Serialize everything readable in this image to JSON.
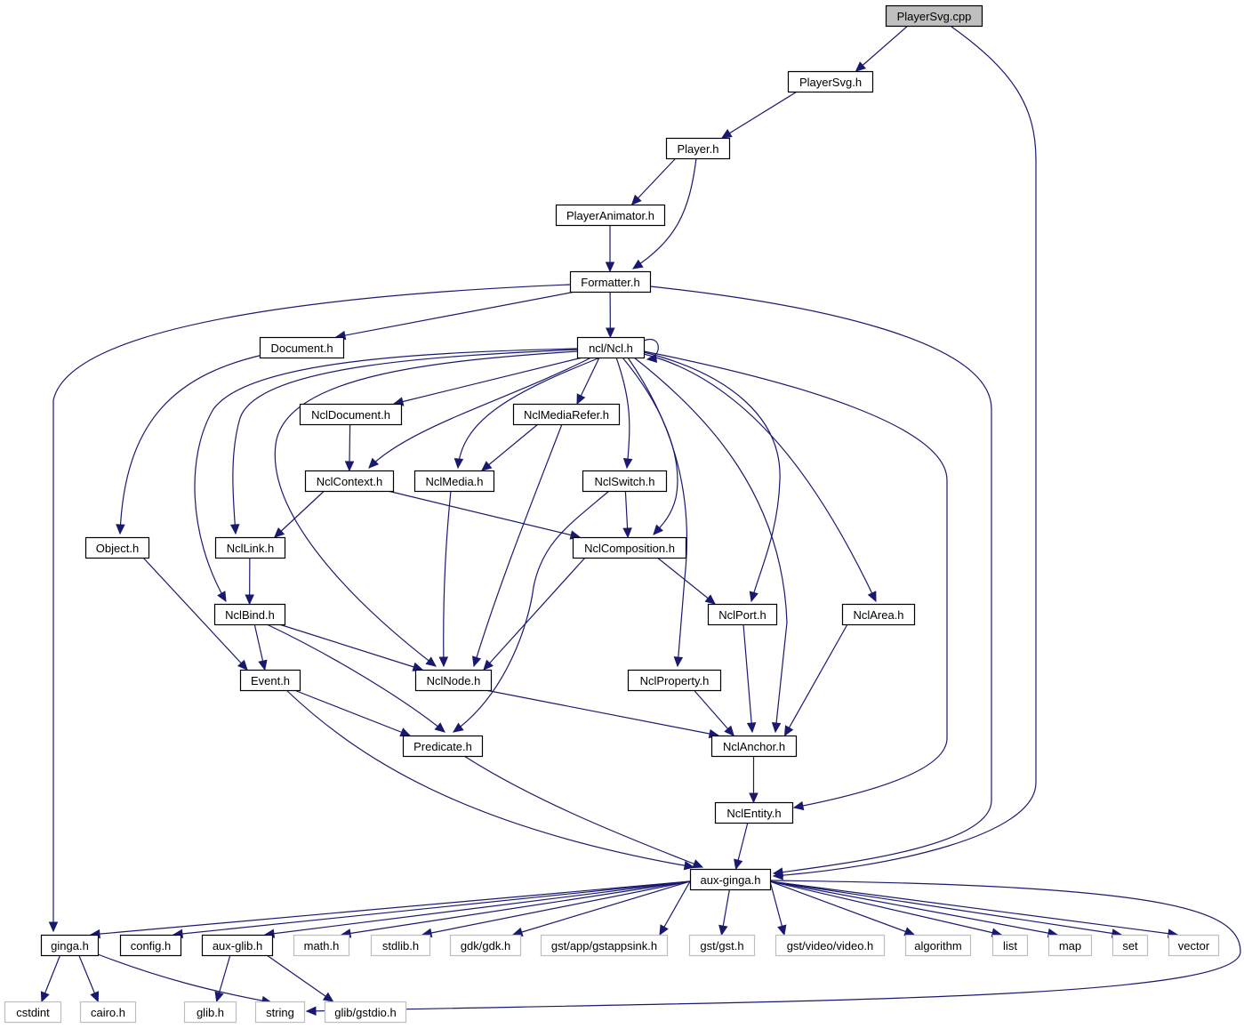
{
  "title": "PlayerSvg.cpp include dependency graph",
  "colors": {
    "edge": "#191970",
    "root_fill": "#bfbfbf",
    "node_border": "#000000",
    "external_border": "#bfbfbf"
  },
  "nodes": [
    {
      "id": "playersvg_cpp",
      "label": "PlayerSvg.cpp",
      "kind": "root"
    },
    {
      "id": "playersvg_h",
      "label": "PlayerSvg.h",
      "kind": "local"
    },
    {
      "id": "player_h",
      "label": "Player.h",
      "kind": "local"
    },
    {
      "id": "playeranimator_h",
      "label": "PlayerAnimator.h",
      "kind": "local"
    },
    {
      "id": "formatter_h",
      "label": "Formatter.h",
      "kind": "local"
    },
    {
      "id": "document_h",
      "label": "Document.h",
      "kind": "local"
    },
    {
      "id": "ncl_h",
      "label": "ncl/Ncl.h",
      "kind": "local"
    },
    {
      "id": "ncldocument_h",
      "label": "NclDocument.h",
      "kind": "local"
    },
    {
      "id": "nclmediarefer_h",
      "label": "NclMediaRefer.h",
      "kind": "local"
    },
    {
      "id": "nclcontext_h",
      "label": "NclContext.h",
      "kind": "local"
    },
    {
      "id": "nclmedia_h",
      "label": "NclMedia.h",
      "kind": "local"
    },
    {
      "id": "nclswitch_h",
      "label": "NclSwitch.h",
      "kind": "local"
    },
    {
      "id": "object_h",
      "label": "Object.h",
      "kind": "local"
    },
    {
      "id": "ncllink_h",
      "label": "NclLink.h",
      "kind": "local"
    },
    {
      "id": "nclcomposition_h",
      "label": "NclComposition.h",
      "kind": "local"
    },
    {
      "id": "nclbind_h",
      "label": "NclBind.h",
      "kind": "local"
    },
    {
      "id": "nclport_h",
      "label": "NclPort.h",
      "kind": "local"
    },
    {
      "id": "nclarea_h",
      "label": "NclArea.h",
      "kind": "local"
    },
    {
      "id": "event_h",
      "label": "Event.h",
      "kind": "local"
    },
    {
      "id": "nclnode_h",
      "label": "NclNode.h",
      "kind": "local"
    },
    {
      "id": "nclproperty_h",
      "label": "NclProperty.h",
      "kind": "local"
    },
    {
      "id": "predicate_h",
      "label": "Predicate.h",
      "kind": "local"
    },
    {
      "id": "nclanchor_h",
      "label": "NclAnchor.h",
      "kind": "local"
    },
    {
      "id": "nclentity_h",
      "label": "NclEntity.h",
      "kind": "local"
    },
    {
      "id": "auxginga_h",
      "label": "aux-ginga.h",
      "kind": "local"
    },
    {
      "id": "ginga_h",
      "label": "ginga.h",
      "kind": "local"
    },
    {
      "id": "config_h",
      "label": "config.h",
      "kind": "local"
    },
    {
      "id": "auxglib_h",
      "label": "aux-glib.h",
      "kind": "local"
    },
    {
      "id": "math_h",
      "label": "math.h",
      "kind": "external"
    },
    {
      "id": "stdlib_h",
      "label": "stdlib.h",
      "kind": "external"
    },
    {
      "id": "gdk_h",
      "label": "gdk/gdk.h",
      "kind": "external"
    },
    {
      "id": "gstappsink_h",
      "label": "gst/app/gstappsink.h",
      "kind": "external"
    },
    {
      "id": "gst_h",
      "label": "gst/gst.h",
      "kind": "external"
    },
    {
      "id": "video_h",
      "label": "gst/video/video.h",
      "kind": "external"
    },
    {
      "id": "algorithm",
      "label": "algorithm",
      "kind": "external"
    },
    {
      "id": "list",
      "label": "list",
      "kind": "external"
    },
    {
      "id": "map",
      "label": "map",
      "kind": "external"
    },
    {
      "id": "set",
      "label": "set",
      "kind": "external"
    },
    {
      "id": "vector",
      "label": "vector",
      "kind": "external"
    },
    {
      "id": "cstdint",
      "label": "cstdint",
      "kind": "external"
    },
    {
      "id": "cairo_h",
      "label": "cairo.h",
      "kind": "external"
    },
    {
      "id": "glib_h",
      "label": "glib.h",
      "kind": "external"
    },
    {
      "id": "string",
      "label": "string",
      "kind": "external"
    },
    {
      "id": "gstdio_h",
      "label": "glib/gstdio.h",
      "kind": "external"
    }
  ],
  "edges": [
    {
      "from": "playersvg_cpp",
      "to": "playersvg_h"
    },
    {
      "from": "playersvg_cpp",
      "to": "auxginga_h"
    },
    {
      "from": "playersvg_h",
      "to": "player_h"
    },
    {
      "from": "player_h",
      "to": "playeranimator_h"
    },
    {
      "from": "player_h",
      "to": "formatter_h"
    },
    {
      "from": "playeranimator_h",
      "to": "formatter_h"
    },
    {
      "from": "formatter_h",
      "to": "ginga_h"
    },
    {
      "from": "formatter_h",
      "to": "document_h"
    },
    {
      "from": "formatter_h",
      "to": "ncl_h"
    },
    {
      "from": "formatter_h",
      "to": "auxginga_h"
    },
    {
      "from": "document_h",
      "to": "object_h"
    },
    {
      "from": "ncl_h",
      "to": "ncl_h"
    },
    {
      "from": "ncl_h",
      "to": "ncldocument_h"
    },
    {
      "from": "ncl_h",
      "to": "nclmediarefer_h"
    },
    {
      "from": "ncl_h",
      "to": "nclcontext_h"
    },
    {
      "from": "ncl_h",
      "to": "nclmedia_h"
    },
    {
      "from": "ncl_h",
      "to": "nclswitch_h"
    },
    {
      "from": "ncl_h",
      "to": "ncllink_h"
    },
    {
      "from": "ncl_h",
      "to": "nclbind_h"
    },
    {
      "from": "ncl_h",
      "to": "nclnode_h"
    },
    {
      "from": "ncl_h",
      "to": "nclcomposition_h"
    },
    {
      "from": "ncl_h",
      "to": "nclport_h"
    },
    {
      "from": "ncl_h",
      "to": "nclarea_h"
    },
    {
      "from": "ncl_h",
      "to": "nclproperty_h"
    },
    {
      "from": "ncl_h",
      "to": "nclanchor_h"
    },
    {
      "from": "ncl_h",
      "to": "nclentity_h"
    },
    {
      "from": "ncldocument_h",
      "to": "nclcontext_h"
    },
    {
      "from": "nclmediarefer_h",
      "to": "nclmedia_h"
    },
    {
      "from": "nclmediarefer_h",
      "to": "nclnode_h"
    },
    {
      "from": "nclcontext_h",
      "to": "ncllink_h"
    },
    {
      "from": "nclcontext_h",
      "to": "nclcomposition_h"
    },
    {
      "from": "nclmedia_h",
      "to": "nclnode_h"
    },
    {
      "from": "nclswitch_h",
      "to": "nclcomposition_h"
    },
    {
      "from": "nclswitch_h",
      "to": "predicate_h"
    },
    {
      "from": "object_h",
      "to": "event_h"
    },
    {
      "from": "ncllink_h",
      "to": "nclbind_h"
    },
    {
      "from": "nclcomposition_h",
      "to": "nclnode_h"
    },
    {
      "from": "nclcomposition_h",
      "to": "nclport_h"
    },
    {
      "from": "nclbind_h",
      "to": "event_h"
    },
    {
      "from": "nclbind_h",
      "to": "predicate_h"
    },
    {
      "from": "nclbind_h",
      "to": "nclnode_h"
    },
    {
      "from": "nclport_h",
      "to": "nclanchor_h"
    },
    {
      "from": "nclarea_h",
      "to": "nclanchor_h"
    },
    {
      "from": "nclproperty_h",
      "to": "nclanchor_h"
    },
    {
      "from": "event_h",
      "to": "predicate_h"
    },
    {
      "from": "event_h",
      "to": "auxginga_h"
    },
    {
      "from": "nclnode_h",
      "to": "nclanchor_h"
    },
    {
      "from": "predicate_h",
      "to": "auxginga_h"
    },
    {
      "from": "nclanchor_h",
      "to": "nclentity_h"
    },
    {
      "from": "nclentity_h",
      "to": "auxginga_h"
    },
    {
      "from": "auxginga_h",
      "to": "ginga_h"
    },
    {
      "from": "auxginga_h",
      "to": "config_h"
    },
    {
      "from": "auxginga_h",
      "to": "auxglib_h"
    },
    {
      "from": "auxginga_h",
      "to": "math_h"
    },
    {
      "from": "auxginga_h",
      "to": "stdlib_h"
    },
    {
      "from": "auxginga_h",
      "to": "gdk_h"
    },
    {
      "from": "auxginga_h",
      "to": "gstappsink_h"
    },
    {
      "from": "auxginga_h",
      "to": "gst_h"
    },
    {
      "from": "auxginga_h",
      "to": "video_h"
    },
    {
      "from": "auxginga_h",
      "to": "algorithm"
    },
    {
      "from": "auxginga_h",
      "to": "list"
    },
    {
      "from": "auxginga_h",
      "to": "map"
    },
    {
      "from": "auxginga_h",
      "to": "set"
    },
    {
      "from": "auxginga_h",
      "to": "vector"
    },
    {
      "from": "auxginga_h",
      "to": "string"
    },
    {
      "from": "ginga_h",
      "to": "cstdint"
    },
    {
      "from": "ginga_h",
      "to": "cairo_h"
    },
    {
      "from": "ginga_h",
      "to": "string"
    },
    {
      "from": "auxglib_h",
      "to": "glib_h"
    },
    {
      "from": "auxglib_h",
      "to": "gstdio_h"
    }
  ]
}
